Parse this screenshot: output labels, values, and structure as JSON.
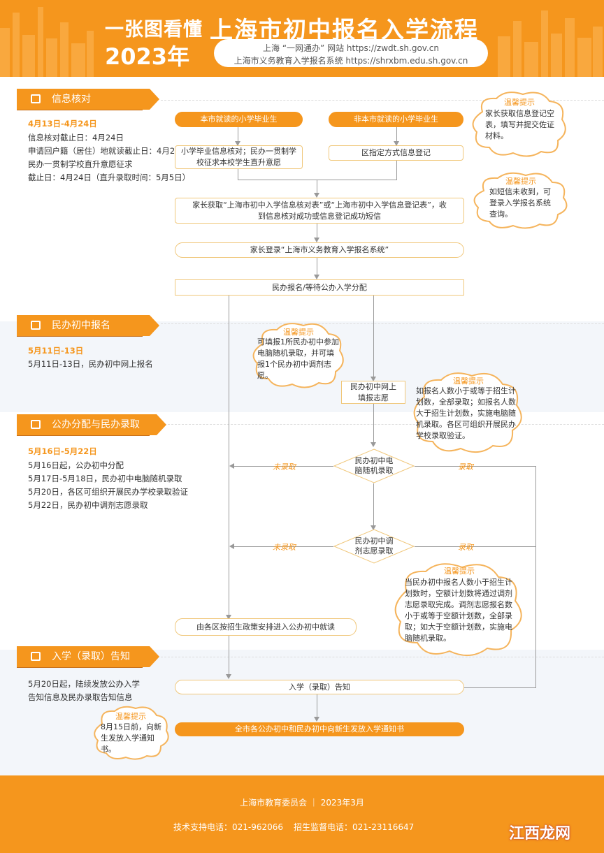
{
  "header": {
    "left_line1": "一张图看懂",
    "left_line2": "2023年",
    "title": "上海市初中报名入学流程",
    "site_line1": "上海 “一网通办” 网站 https://zwdt.sh.gov.cn",
    "site_line2": "上海市义务教育入学报名系统 https://shrxbm.edu.sh.gov.cn"
  },
  "sections": [
    {
      "title": "信息核对",
      "date": "4月13日-4月24日",
      "lines": [
        "信息核对截止日：4月24日",
        "申请回户籍（居住）地就读截止日：4月24日",
        "民办一贯制学校直升意愿征求",
        "截止日：4月24日（直升录取时间：5月5日）"
      ]
    },
    {
      "title": "民办初中报名",
      "date": "5月11日-13日",
      "lines": [
        "5月11日-13日，民办初中网上报名"
      ]
    },
    {
      "title": "公办分配与民办录取",
      "date": "5月16日-5月22日",
      "lines": [
        "5月16日起，公办初中分配",
        "5月17日-5月18日，民办初中电脑随机录取",
        "5月20日，各区可组织开展民办学校录取验证",
        "5月22日，民办初中调剂志愿录取"
      ]
    },
    {
      "title": "入学（录取）告知",
      "date": "",
      "lines": [
        "5月20日起，陆续发放公办入学",
        "告知信息及民办录取告知信息"
      ]
    }
  ],
  "flow": {
    "local_grad": "本市就读的小学毕业生",
    "nonlocal_grad": "非本市就读的小学毕业生",
    "local_step": "小学毕业信息核对；民办一贯制学校征求本校学生直升意愿",
    "nonlocal_step": "区指定方式信息登记",
    "parent_get": "家长获取“上海市初中入学信息核对表”或“上海市初中入学信息登记表”，收到信息核对成功或信息登记成功短信",
    "parent_login": "家长登录“上海市义务教育入学报名系统”",
    "private_or_wait": "民办报名/等待公办入学分配",
    "private_apply": "民办初中网上填报志愿",
    "lottery": "民办初中电脑随机录取",
    "adjust": "民办初中调剂志愿录取",
    "not_admitted": "未录取",
    "admitted": "录取",
    "public_assign": "由各区按招生政策安排进入公办初中就读",
    "notice": "入学（录取）告知",
    "final": "全市各公办初中和民办初中向新生发放入学通知书"
  },
  "tips": {
    "label": "温馨提示",
    "t1": "家长获取信息登记空表，填写并提交佐证材料。",
    "t2": "如短信未收到，可登录入学报名系统查询。",
    "t3": "可填报1所民办初中参加电脑随机录取，并可填报1个民办初中调剂志愿。",
    "t4": "如报名人数小于或等于招生计划数，全部录取；如报名人数大于招生计划数，实施电脑随机录取。各区可组织开展民办学校录取验证。",
    "t5": "当民办初中报名人数小于招生计划数时，空额计划数将通过调剂志愿录取完成。调剂志愿报名数小于或等于空额计划数，全部录取；如大于空额计划数，实施电脑随机录取。",
    "t6": "8月15日前，向新生发放入学通知书。"
  },
  "footer": {
    "org": "上海市教育委员会 ｜ 2023年3月",
    "tech": "技术支持电话：021-962066",
    "supervise": "招生监督电话：021-23116647",
    "watermark": "江西龙网"
  },
  "colors": {
    "accent": "#f5961d",
    "line": "#999999",
    "box_border": "#f0c77a"
  }
}
